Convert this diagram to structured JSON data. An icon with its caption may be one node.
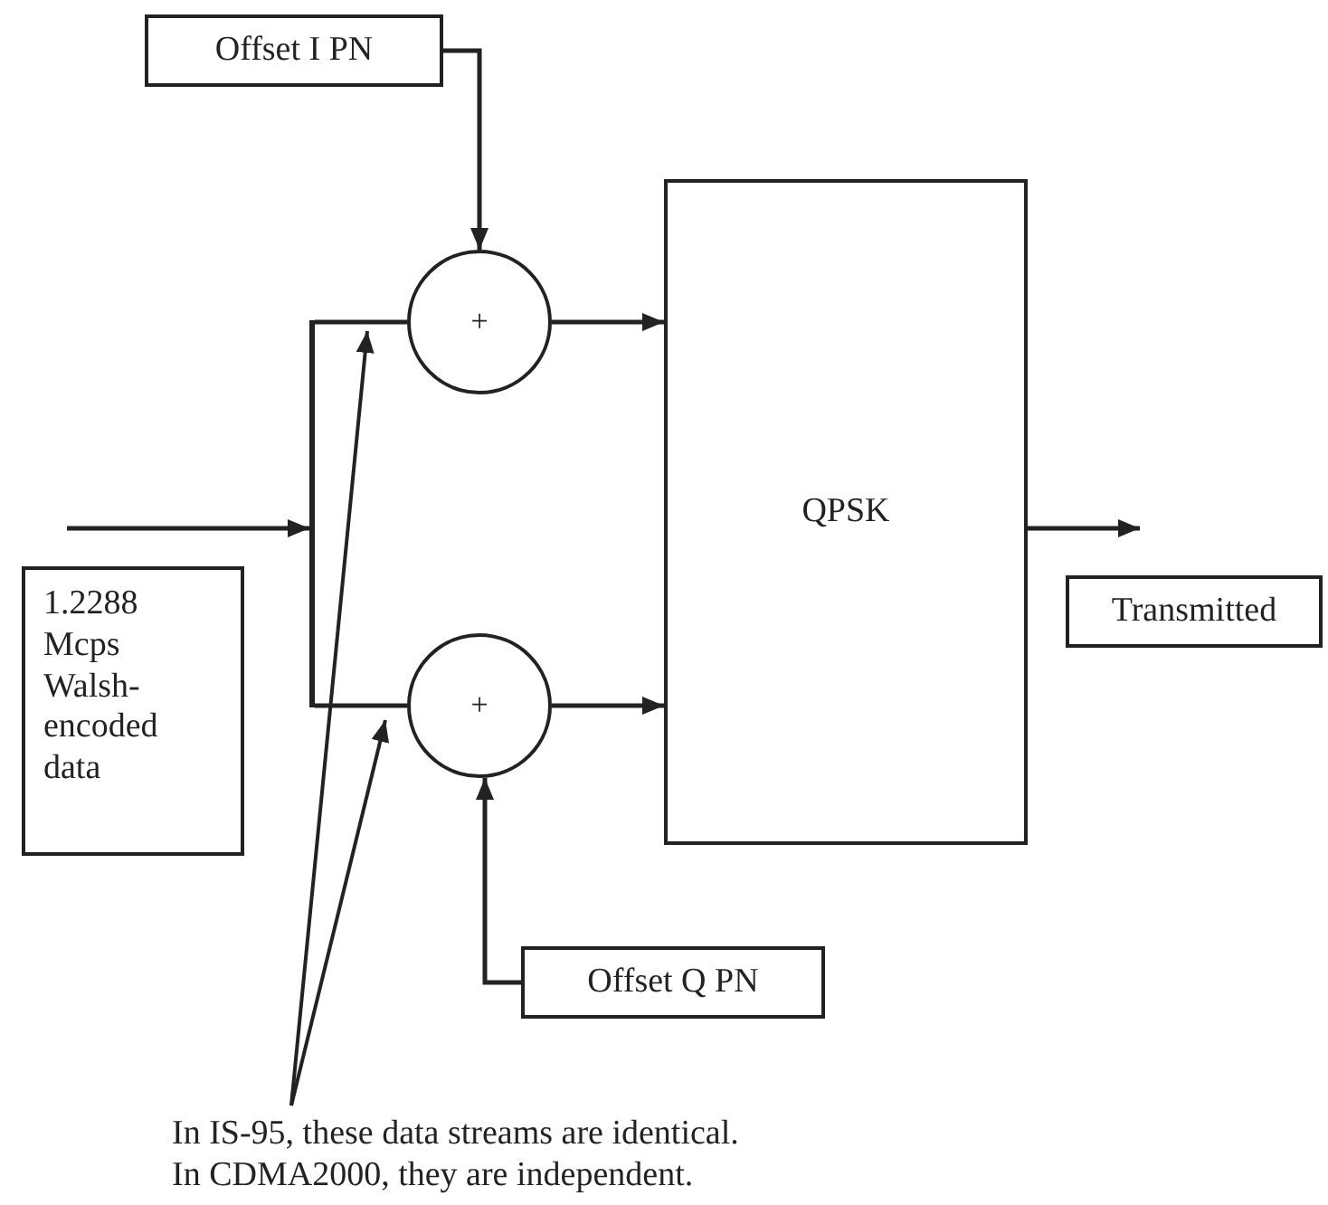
{
  "diagram": {
    "nodes": [
      {
        "text": [
          "Offset I PN"
        ]
      },
      {
        "text": [],
        "shape": "bar"
      },
      {
        "text": [
          "+"
        ]
      },
      {
        "text": [
          "QPSK"
        ]
      },
      {
        "text": [
          "1.2288 Mcps Walsh-encoded data"
        ]
      },
      {
        "text": [
          "Transmitted"
        ]
      },
      {
        "text": [
          "+"
        ]
      },
      {
        "text": [
          "Offset Q PN"
        ]
      },
      {
        "text": [
          "In IS-95, these data streams are identical.",
          "In CDMA2000, they are independent."
        ]
      }
    ],
    "edges": [
      {
        "from": 0,
        "to": 2,
        "arrow": "to"
      },
      {
        "from": null,
        "to": 1,
        "arrow": "to"
      },
      {
        "from": 1,
        "to": 2,
        "arrow": "none"
      },
      {
        "from": 1,
        "to": 6,
        "arrow": "none"
      },
      {
        "from": 2,
        "to": 3,
        "arrow": "to"
      },
      {
        "from": 6,
        "to": 3,
        "arrow": "to"
      },
      {
        "from": 3,
        "to": 5,
        "arrow": "to"
      },
      {
        "from": 7,
        "to": 6,
        "arrow": "to"
      },
      {
        "from": 8,
        "to": 2,
        "arrow": "to"
      },
      {
        "from": 8,
        "to": 6,
        "arrow": "to"
      }
    ]
  }
}
